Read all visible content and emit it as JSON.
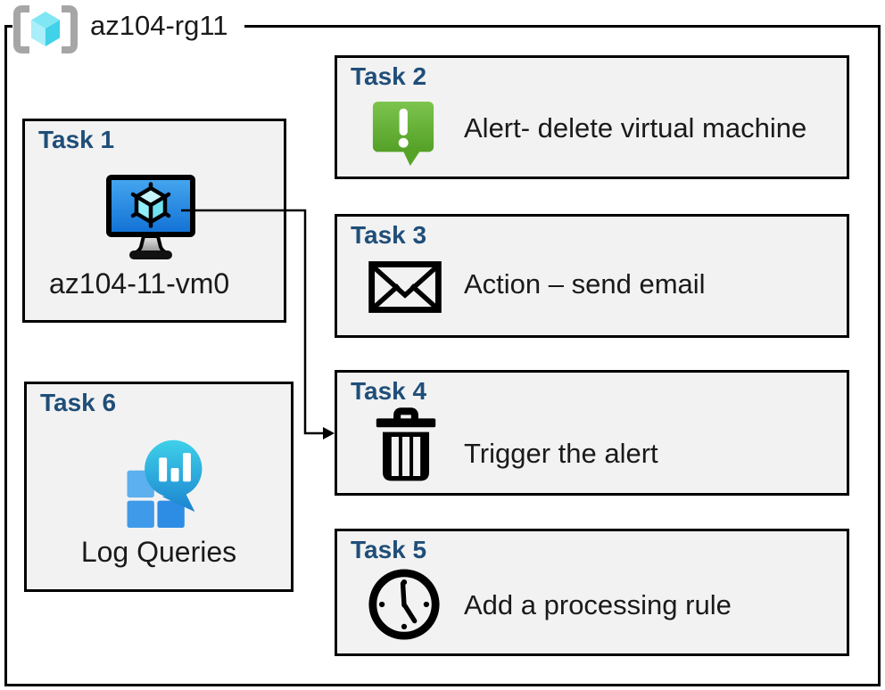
{
  "diagram": {
    "resource_group": {
      "name": "az104-rg11",
      "icon": "resource-group-icon"
    },
    "tasks": [
      {
        "title": "Task 1",
        "label": "az104-11-vm0",
        "icon": "virtual-machine-icon"
      },
      {
        "title": "Task 2",
        "label": "Alert- delete virtual machine",
        "icon": "alert-icon"
      },
      {
        "title": "Task 3",
        "label": "Action – send email",
        "icon": "email-icon"
      },
      {
        "title": "Task 4",
        "label": "Trigger the alert",
        "icon": "trash-icon"
      },
      {
        "title": "Task 5",
        "label": "Add a processing rule",
        "icon": "clock-icon"
      },
      {
        "title": "Task 6",
        "label": "Log Queries",
        "icon": "log-queries-icon"
      }
    ],
    "connector": {
      "from": "Task 1",
      "to": "Task 4"
    },
    "colors": {
      "task_title_blue": "#1F4E79",
      "box_fill_gray": "#F2F2F2",
      "box_border": "#000000",
      "alert_green_top": "#7CC44E",
      "alert_green_bottom": "#54A026",
      "vm_screen_blue_top": "#46A8F0",
      "vm_screen_blue_bottom": "#1170D4",
      "log_cyan_top": "#3FD0E9",
      "log_blue_bottom": "#1A80CF",
      "rg_bracket_gray": "#A6A6A6",
      "rg_cube_cyan": "#50D7EC"
    }
  }
}
